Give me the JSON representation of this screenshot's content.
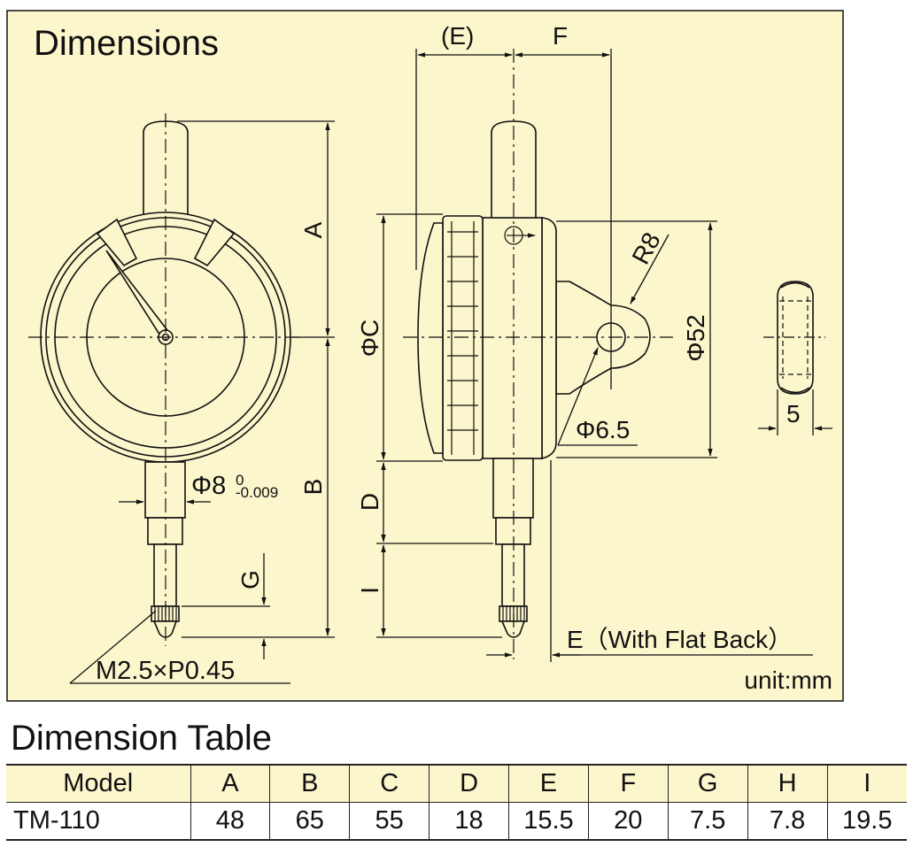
{
  "diagram": {
    "title": "Dimensions",
    "unit_note": "unit:mm",
    "labels": {
      "a": "A",
      "b": "B",
      "c": "ΦC",
      "d": "D",
      "e_paren": "(E)",
      "f": "F",
      "g": "G",
      "i": "I",
      "r8": "R8",
      "phi52": "Φ52",
      "phi65": "Φ6.5",
      "phi8": "Φ8",
      "tol_upper": "0",
      "tol_lower": "-0.009",
      "thread": "M2.5×P0.45",
      "flat_back": "E（With Flat Back）",
      "five": "5"
    },
    "colors": {
      "panel_bg": "#fbf6cb",
      "ink": "#111111"
    }
  },
  "table": {
    "title": "Dimension Table",
    "headers": [
      "Model",
      "A",
      "B",
      "C",
      "D",
      "E",
      "F",
      "G",
      "H",
      "I"
    ],
    "rows": [
      [
        "TM-110",
        "48",
        "65",
        "55",
        "18",
        "15.5",
        "20",
        "7.5",
        "7.8",
        "19.5"
      ]
    ]
  }
}
